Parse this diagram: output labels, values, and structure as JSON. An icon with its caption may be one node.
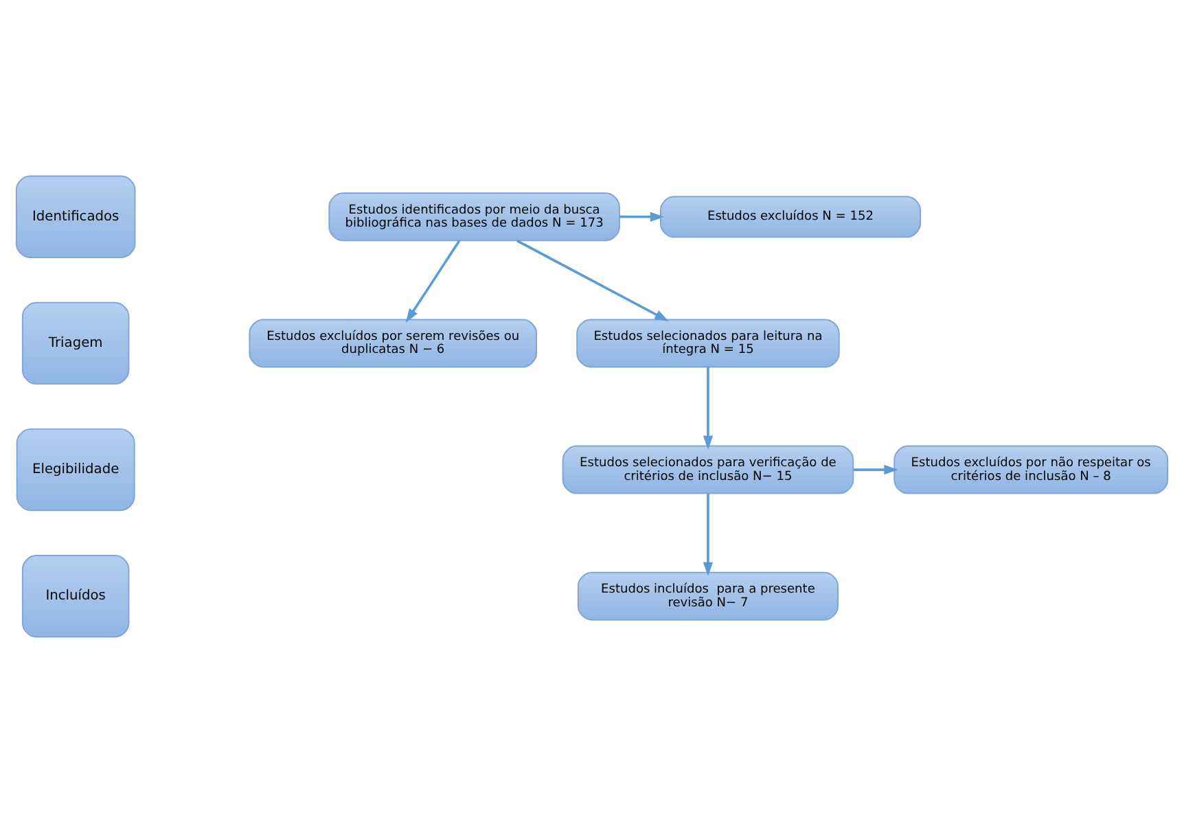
{
  "diagram": {
    "nodes": [
      {
        "text": [
          "Identificados"
        ]
      },
      {
        "text": [
          "Estudos identificados por meio da busca bibliográfica nas bases de dados N = 173"
        ]
      },
      {
        "text": [
          "Estudos excluídos N = 152"
        ]
      },
      {
        "text": [
          "Estudos excluídos por serem revisões ou duplicatas N − 6"
        ]
      },
      {
        "text": [
          "Triagem"
        ]
      },
      {
        "text": [
          "Estudos selecionados para leitura na íntegra N = 15"
        ]
      },
      {
        "text": [
          "Elegibilidade"
        ]
      },
      {
        "text": [
          "Estudos selecionados para verificação de critérios de inclusão N− 15"
        ]
      },
      {
        "text": [
          "Estudos excluídos por não respeitar os critérios de inclusão N – 8"
        ]
      },
      {
        "text": [
          "Incluídos"
        ]
      },
      {
        "text": [
          "Estudos incluídos  para a presente revisão N− 7"
        ]
      }
    ],
    "edges": [
      {
        "from": 1,
        "to": 2,
        "arrow": "to"
      },
      {
        "from": 1,
        "to": 3,
        "arrow": "to"
      },
      {
        "from": 1,
        "to": 5,
        "arrow": "to"
      },
      {
        "from": 5,
        "to": 7,
        "arrow": "to"
      },
      {
        "from": 7,
        "to": 8,
        "arrow": "to"
      },
      {
        "from": 7,
        "to": 10,
        "arrow": "to"
      }
    ]
  }
}
